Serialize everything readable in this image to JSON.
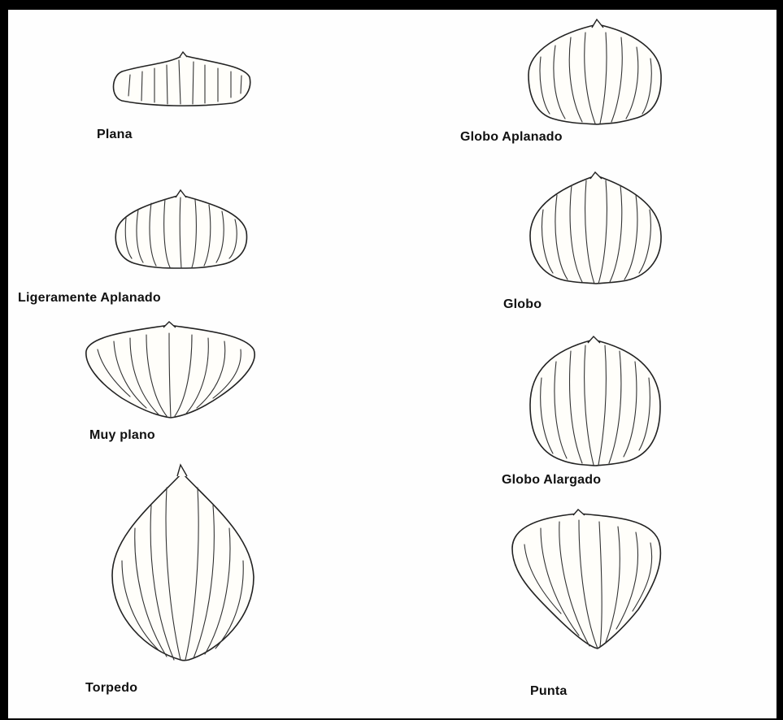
{
  "shapes": [
    {
      "id": "plana",
      "label": "Plana"
    },
    {
      "id": "globo-aplanado",
      "label": "Globo Aplanado"
    },
    {
      "id": "ligeramente-aplanado",
      "label": "Ligeramente Aplanado"
    },
    {
      "id": "globo",
      "label": "Globo"
    },
    {
      "id": "muy-plano",
      "label": "Muy plano"
    },
    {
      "id": "globo-alargado",
      "label": "Globo Alargado"
    },
    {
      "id": "torpedo",
      "label": "Torpedo"
    },
    {
      "id": "punta",
      "label": "Punta"
    }
  ],
  "colors": {
    "frame": "#000000",
    "background": "#fefefe",
    "outline": "#222222"
  }
}
